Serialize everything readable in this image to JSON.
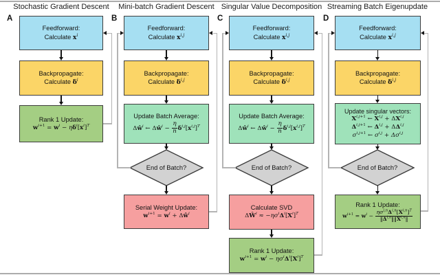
{
  "colors": {
    "blue": "#a6dff2",
    "yellow": "#fbd567",
    "green": "#a4ce83",
    "mint": "#9fe2ba",
    "red": "#f69f9f",
    "gray": "#d2d2d2",
    "border": "#3d3d3d",
    "loop": "#b3b3b3"
  },
  "panels": {
    "a": {
      "label": "A",
      "title": "Stochastic Gradient Descent",
      "feedforward": {
        "title": "Feedforward:",
        "body": "Calculate <span class='m'><b>x</b><sup><i>i</i></sup></span>"
      },
      "backpropagate": {
        "title": "Backpropagate:",
        "body": "Calculate <span class='m'><b>δ</b><sup><i>i</i></sup></span>"
      },
      "rank1": {
        "title": "Rank 1 Update:",
        "body": "<b>w</b><sup><i>i</i>+1</sup> = <b>w</b><sup><i>i</i></sup> − <i>η</i><b>δ</b><sup><i>i</i></sup>[<b>x</b><sup><i>i</i></sup>]<sup><i>T</i></sup>"
      }
    },
    "b": {
      "label": "B",
      "title": "Mini-batch Gradient Descent",
      "feedforward": {
        "title": "Feedforward:",
        "body": "Calculate <span class='m'><b>x</b><sup><i>i,j</i></sup></span>"
      },
      "backpropagate": {
        "title": "Backpropagate:",
        "body": "Calculate <span class='m'><b>δ</b><sup><i>i,j</i></sup></span>"
      },
      "batch_average": {
        "title": "Update Batch Average:",
        "body": "Δ<b>ŵ</b><sup><i>i</i></sup> ← Δ<b>ŵ</b><sup><i>i</i></sup> − <span class='frac'><span class='fn'><i>η</i></span><span class='fd'><i>n</i></span></span><b>δ</b><sup><i>i,j</i></sup>[<b>x</b><sup><i>i,j</i></sup>]<sup><i>T</i></sup>"
      },
      "end_of_batch": "End of Batch?",
      "serial_update": {
        "title": "Serial Weight Update:",
        "body": "<b>w</b><sup><i>i</i>+1</sup> = <b>w</b><sup><i>i</i></sup> + Δ<b>ŵ</b><sup><i>i</i></sup>"
      }
    },
    "c": {
      "label": "C",
      "title": "Singular Value Decomposition",
      "feedforward": {
        "title": "Feedforward:",
        "body": "Calculate <span class='m'><b>x</b><sup><i>i,j</i></sup></span>"
      },
      "backpropagate": {
        "title": "Backpropagate:",
        "body": "Calculate <span class='m'><b>δ</b><sup><i>i,j</i></sup></span>"
      },
      "batch_average": {
        "title": "Update Batch Average:",
        "body": "Δ<b>ŵ</b><sup><i>i</i></sup> ← Δ<b>ŵ</b><sup><i>i</i></sup> − <span class='frac'><span class='fn'><i>η</i></span><span class='fd'><i>n</i></span></span><b>δ</b><sup><i>i,j</i></sup>[<b>x</b><sup><i>i,j</i></sup>]<sup><i>T</i></sup>"
      },
      "end_of_batch": "End of Batch?",
      "calculate_svd": {
        "title": "Calculate SVD",
        "body": "Δ<b>Ŵ</b><sup><i>i</i></sup> ≈ −<i>ησ</i><sup><i>i</i></sup><b>Δ</b><sup><i>i</i></sup>[<b>X</b><sup><i>i</i></sup>]<sup><i>T</i></sup>"
      },
      "rank1": {
        "title": "Rank 1 Update:",
        "body": "<b>w</b><sup><i>i</i>+1</sup> = <b>w</b><sup><i>i</i></sup> − <i>ησ</i><sup><i>i</i></sup><b>Δ</b><sup><i>i</i></sup>[<b>X</b><sup><i>i</i></sup>]<sup><i>T</i></sup>"
      }
    },
    "d": {
      "label": "D",
      "title": "Streaming Batch Eigenupdate",
      "feedforward": {
        "title": "Feedforward:",
        "body": "Calculate <span class='m'><b>x</b><sup><i>i,j</i></sup></span>"
      },
      "backpropagate": {
        "title": "Backpropagate:",
        "body": "Calculate <span class='m'><b>δ</b><sup><i>i,j</i></sup></span>"
      },
      "update_sv": {
        "title": "Update singular vectors:",
        "eq1": "<b>X</b><sup><i>i,j</i>+1</sup> ← <b>X</b><sup><i>i,j</i></sup> + Δ<b>X</b><sup><i>i,j</i></sup>",
        "eq2": "<b>Δ</b><sup><i>i,j</i>+1</sup> ← <b>Δ</b><sup><i>i,j</i></sup> + Δ<b>Δ</b><sup><i>i,j</i></sup>",
        "eq3": "<i>σ</i><sup><i>i,j</i>+1</sup> ← <i>σ</i><sup><i>i,j</i></sup> + <i>Δσ</i><sup><i>i,j</i></sup>"
      },
      "end_of_batch": "End of Batch?",
      "rank1": {
        "title": "Rank 1 Update:",
        "body": "<b>w</b><sup><i>i</i>+1</sup> = <b>w</b><sup><i>i</i></sup> − <span class='frac'><span class='fn'><i>ησ</i><sup><i>i,n</i></sup><b>Δ</b><sup><i>i,n</i></sup>[<b>X</b><sup><i>i,n</i></sup>]<sup><i>T</i></sup></span><span class='fd'>‖<b>Δ</b><sup><i>i,n</i></sup>‖‖<b>X</b><sup><i>i,n</i></sup>‖</span></span>"
      }
    }
  }
}
